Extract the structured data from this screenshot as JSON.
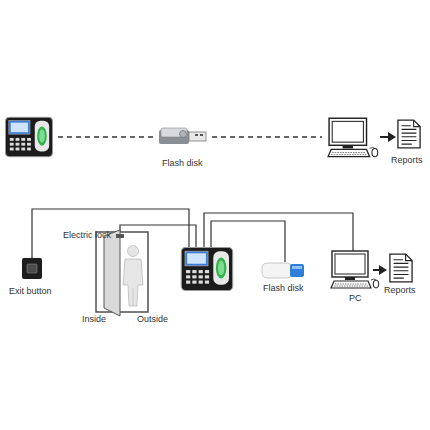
{
  "diagram": {
    "labels": [
      "Flash disk",
      "Reports",
      "Electric lock",
      "Exit button",
      "Inside",
      "Outside",
      "Flash disk",
      "PC",
      "Reports"
    ]
  }
}
